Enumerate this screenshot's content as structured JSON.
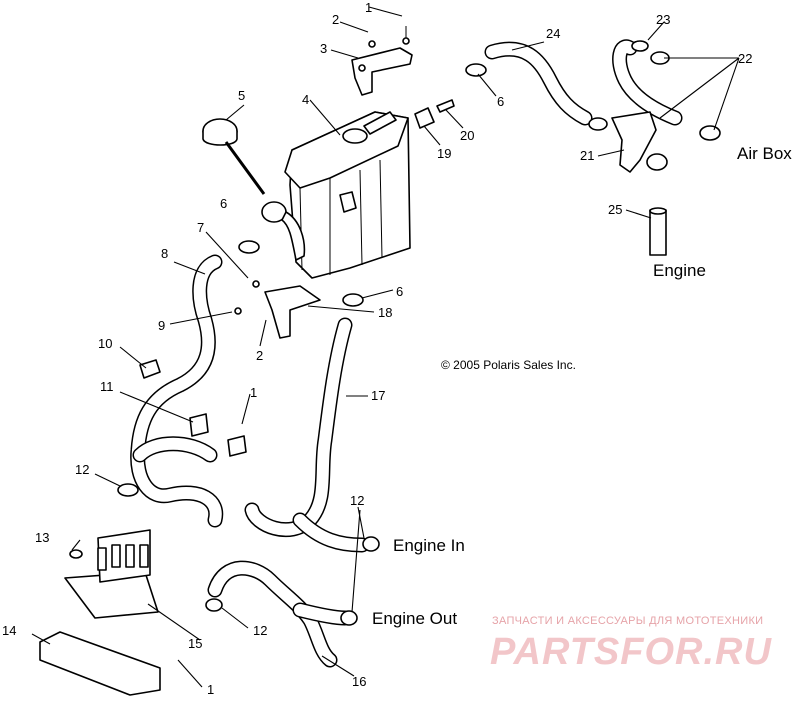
{
  "callouts": [
    "1",
    "2",
    "3",
    "4",
    "5",
    "6",
    "19",
    "20",
    "24",
    "6",
    "23",
    "22",
    "21",
    "25",
    "7",
    "8",
    "6",
    "18",
    "9",
    "2",
    "10",
    "11",
    "1",
    "12",
    "17",
    "12",
    "13",
    "14",
    "15",
    "12",
    "1",
    "16"
  ],
  "labels": {
    "air_box": "Air Box",
    "engine": "Engine",
    "engine_in": "Engine In",
    "engine_out": "Engine Out"
  },
  "copyright": "© 2005 Polaris Sales Inc.",
  "watermark": {
    "tagline": "ЗАПЧАСТИ И АКСЕССУАРЫ ДЛЯ МОТОТЕХНИКИ",
    "brand": "PARTSFOR.RU"
  }
}
